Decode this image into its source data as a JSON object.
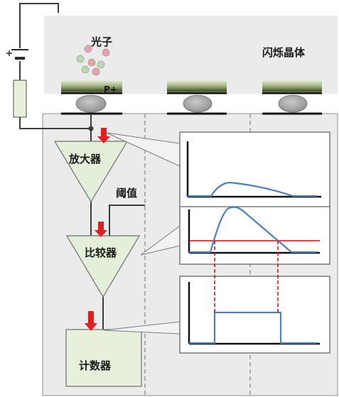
{
  "labels": {
    "photon": "光子",
    "scintillator": "闪烁晶体",
    "p_plus": "P+",
    "amplifier": "放大器",
    "threshold": "阈值",
    "comparator": "比较器",
    "counter": "计数器"
  },
  "colors": {
    "background_panel": "#ebebeb",
    "triangle_fill": "#e4efd9",
    "triangle_stroke": "#6e6e6e",
    "counter_fill": "#e6f0db",
    "wire": "#3c3c3c",
    "signal_curve": "#4f7ec0",
    "threshold_line": "#e00000",
    "arrow": "#e02020",
    "photon_red_dot": "#e9a3a8",
    "photon_green_dot": "#b8dcb0",
    "dashed_divider": "#9a9a9a"
  },
  "icons": {
    "battery": "battery-icon",
    "resistor": "resistor-icon",
    "signal_arrow": "red-down-arrow-icon",
    "photodiode": "gray-ellipse-icon"
  }
}
